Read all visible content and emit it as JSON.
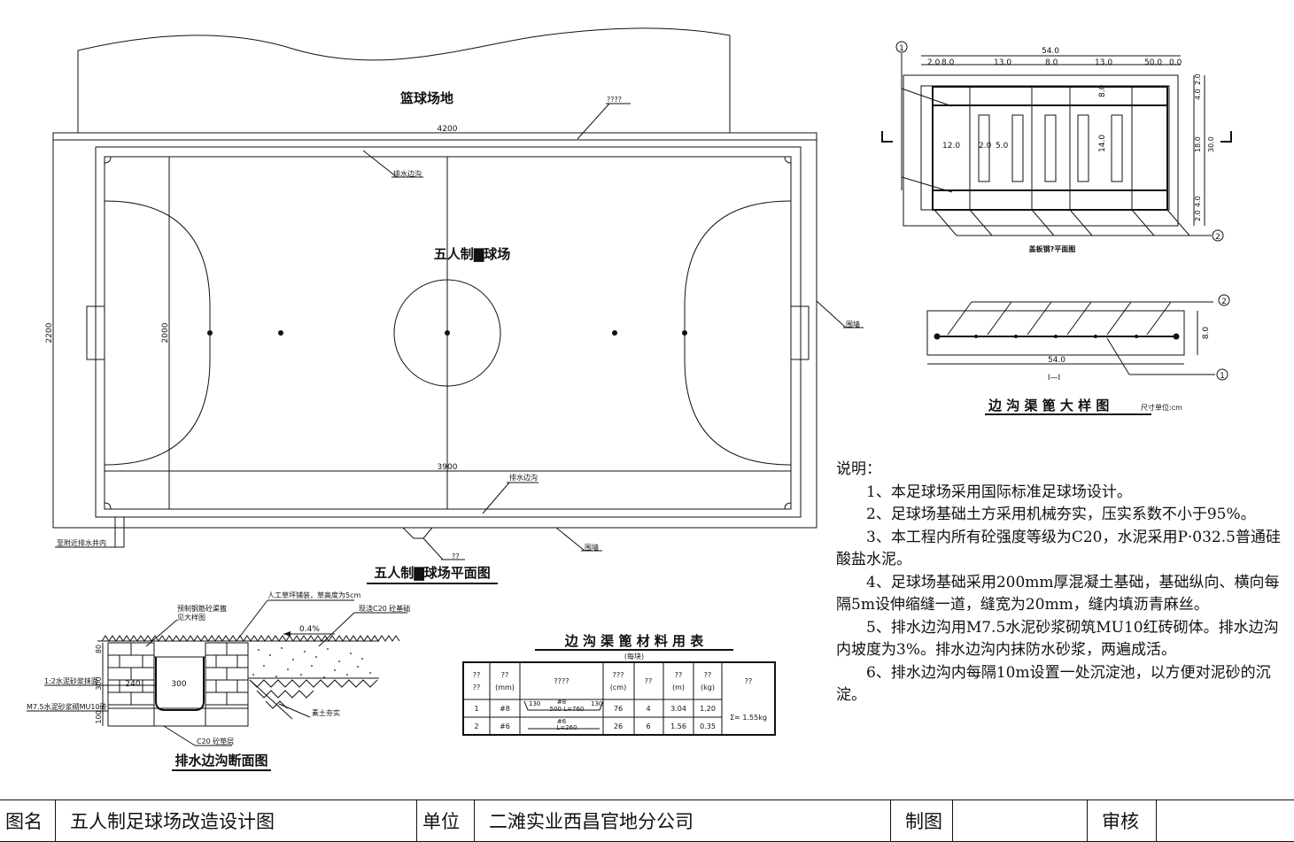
{
  "plan": {
    "basketball_label": "篮球场地",
    "fence_top_label": "????",
    "width_outer": "4200",
    "width_inner": "3900",
    "height_outer": "2200",
    "height_inner": "2000",
    "field_label": "五人制▇球场",
    "drain_label_top": "排水边沟",
    "drain_label_bottom": "排水边沟",
    "wall_right_label": "围墙",
    "wall_bottom_label": "围墙",
    "outlet_label": "至附近排水井内",
    "outlet_small_label": "??",
    "title": "五人制▇球场平面图"
  },
  "trench_plan": {
    "overall": "54.0",
    "segments": [
      "2.0",
      "8.0",
      "13.0",
      "8.0",
      "13.0",
      "50.0",
      "0.0"
    ],
    "right_dims": [
      "2.0",
      "4.0",
      "18.0",
      "30.0",
      "4.0",
      "2.0"
    ],
    "inner_dims": [
      "12.0",
      "2.0",
      "5.0",
      "8.0",
      "14.0"
    ],
    "marker1": "1",
    "marker2": "2",
    "caption": "盖板钢?平面图"
  },
  "trench_section": {
    "width": "54.0",
    "height": "8.0",
    "label": "I—I",
    "marker1": "1",
    "marker2": "2"
  },
  "detail_title": "边 沟 渠 篦 大 样 图",
  "detail_scale": "尺寸单位:cm",
  "cross_section": {
    "label_grate": "预制钢筋砼渠篦",
    "label_grate2": "见大样图",
    "label_turf": "人工草坪铺装，草高度为5cm",
    "label_base": "现浇C20 砼基础",
    "slope": "0.4%",
    "label_mortar1": "1:2水泥砂浆抹面",
    "label_mortar2": "M7.5水泥砂浆砌MU10砖",
    "label_soil": "素土夯实",
    "label_cushion": "C20 砼垫层",
    "dim_300": "300",
    "dim_240": "240",
    "dim_80": "80",
    "dim_100": "100",
    "dim_v300": "300",
    "title": "排水边沟断面图"
  },
  "table": {
    "title": "边 沟 渠 篦 材 料 用 表",
    "subtitle": "(每块)",
    "headers": [
      "??\n??",
      "??\n(mm)",
      "????",
      "???\n(cm)",
      "??",
      "??\n(m)",
      "??\n(kg)",
      "??"
    ],
    "rows": [
      [
        "1",
        "#8",
        "500 L=760",
        "76",
        "4",
        "3.04",
        "1.20"
      ],
      [
        "2",
        "#6",
        "L=260",
        "26",
        "6",
        "1.56",
        "0.35"
      ]
    ],
    "total": "Σ≈ 1.55kg",
    "row1_side": "130",
    "row1_side2": "130",
    "row1_mark": "#8",
    "row2_mark": "#6"
  },
  "notes": {
    "heading": "说明：",
    "items": [
      "1、本足球场采用国际标准足球场设计。",
      "2、足球场基础土方采用机械夯实，压实系数不小于95%。",
      "3、本工程内所有砼强度等级为C20，水泥采用P·032.5普通硅酸盐水泥。",
      "4、足球场基础采用200mm厚混凝土基础，基础纵向、横向每隔5m设伸缩缝一道，缝宽为20mm，缝内填沥青麻丝。",
      "5、排水边沟用M7.5水泥砂浆砌筑MU10红砖砌体。排水边沟内坡度为3%。排水边沟内抹防水砂浆，两遍成活。",
      "6、排水边沟内每隔10m设置一处沉淀池，以方便对泥砂的沉淀。"
    ]
  },
  "titleblock": {
    "name_label": "图名",
    "name_value": "五人制足球场改造设计图",
    "unit_label": "单位",
    "unit_value": "二滩实业西昌官地分公司",
    "draw_label": "制图",
    "draw_value": "",
    "check_label": "审核",
    "check_value": ""
  }
}
